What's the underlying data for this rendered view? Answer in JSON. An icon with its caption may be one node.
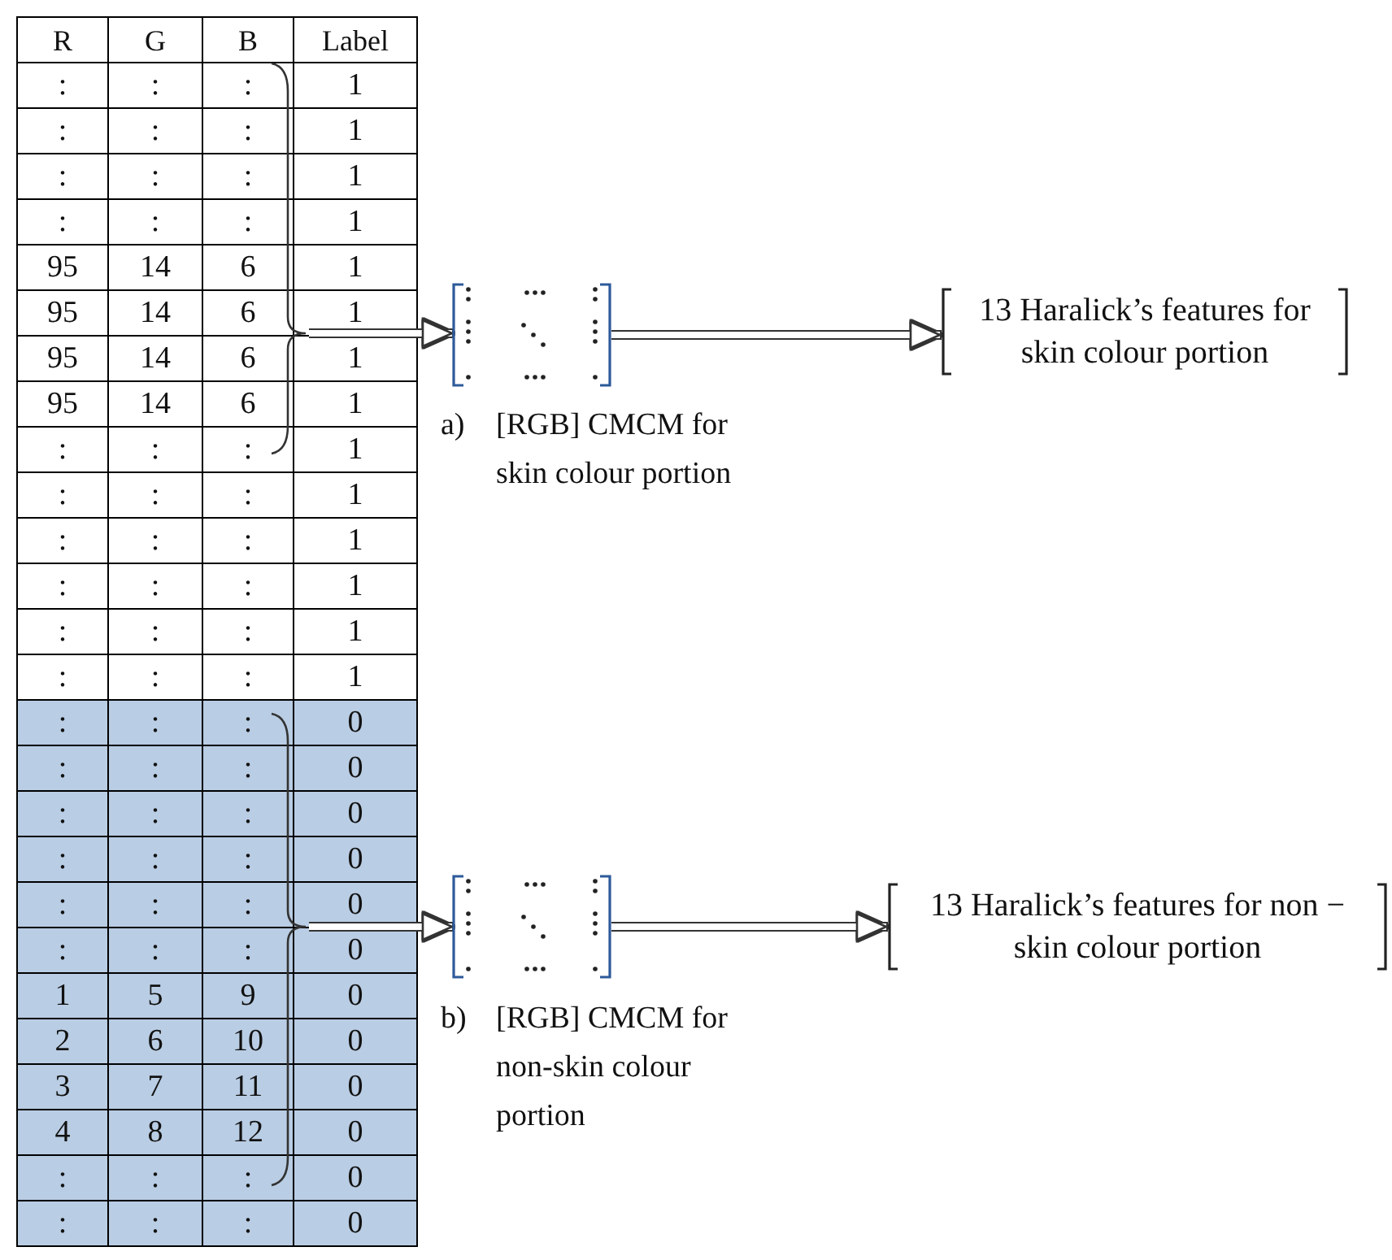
{
  "diagram": {
    "nodes": [
      {
        "text": [],
        "shape": "brace"
      },
      {
        "text": [],
        "shape": "matrix",
        "beside": [
          "a)",
          "[RGB] CMCM for skin colour portion"
        ]
      },
      {
        "text": [
          "13 Haralick’s features for skin colour portion"
        ]
      },
      {
        "text": [],
        "shape": "brace"
      },
      {
        "text": [],
        "shape": "matrix",
        "beside": [
          "b)",
          "[RGB] CMCM for non-skin colour portion"
        ]
      },
      {
        "text": [
          "13 Haralick’s features for non − skin colour portion"
        ]
      }
    ],
    "edges": [
      {
        "from": 0,
        "to": 1,
        "arrow": "to"
      },
      {
        "from": 1,
        "to": 2,
        "arrow": "to"
      },
      {
        "from": 3,
        "to": 4,
        "arrow": "to"
      },
      {
        "from": 4,
        "to": 5,
        "arrow": "to"
      }
    ],
    "labels": [
      "R",
      "G",
      "B",
      "Label",
      ":",
      ":",
      ":",
      "1",
      ":",
      ":",
      ":",
      "1",
      ":",
      ":",
      ":",
      "1",
      ":",
      ":",
      ":",
      "1",
      "95",
      "14",
      "6",
      "1",
      "95",
      "14",
      "6",
      "1",
      "95",
      "14",
      "6",
      "1",
      "95",
      "14",
      "6",
      "1",
      ":",
      ":",
      ":",
      "1",
      ":",
      ":",
      ":",
      "1",
      ":",
      ":",
      ":",
      "1",
      ":",
      ":",
      ":",
      "1",
      ":",
      ":",
      ":",
      "1",
      ":",
      ":",
      ":",
      "1",
      ":",
      ":",
      ":",
      "0",
      ":",
      ":",
      ":",
      "0",
      ":",
      ":",
      ":",
      "0",
      ":",
      ":",
      ":",
      "0",
      ":",
      ":",
      ":",
      "0",
      ":",
      ":",
      ":",
      "0",
      "1",
      "5",
      "9",
      "0",
      "2",
      "6",
      "10",
      "0",
      "3",
      "7",
      "11",
      "0",
      "4",
      "8",
      "12",
      "0",
      ":",
      ":",
      ":",
      "0",
      ":",
      ":",
      ":",
      "0"
    ]
  }
}
